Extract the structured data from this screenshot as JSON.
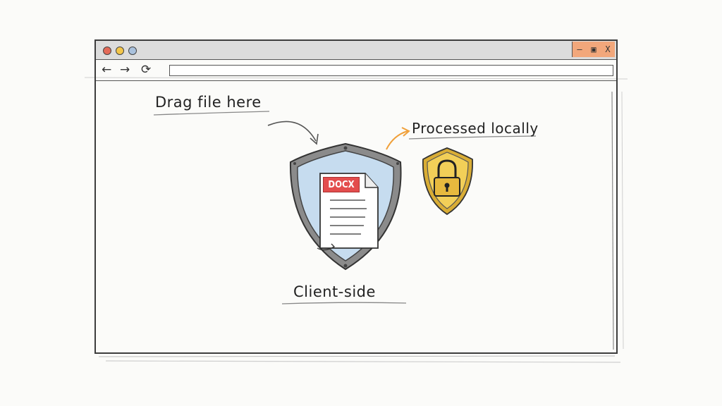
{
  "window": {
    "controls": {
      "minimize": "–",
      "maximize": "▣",
      "close": "X"
    },
    "nav": {
      "back_glyph": "←",
      "forward_glyph": "→",
      "reload_glyph": "⟳"
    },
    "address_value": ""
  },
  "annotations": {
    "drag": "Drag file here",
    "processed": "Processed locally",
    "client": "Client-side"
  },
  "document": {
    "file_type": "DOCX"
  },
  "colors": {
    "shield_fill": "#c6dcef",
    "lock_shield_fill": "#f2cf58",
    "docx_red": "#e34d4d",
    "arrow_orange": "#f0a03a",
    "controls_orange": "#f2a77b",
    "titlebar_gray": "#dcdcdc"
  },
  "icons": {
    "shield": "shield-icon",
    "document": "document-icon",
    "lock": "padlock-icon",
    "curved_arrow_gray": "curved-arrow-icon",
    "curved_arrow_orange": "curved-arrow-orange-icon"
  }
}
